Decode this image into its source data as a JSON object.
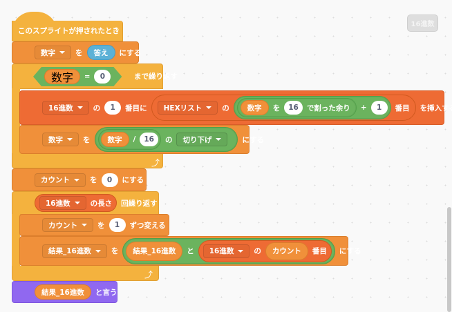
{
  "top_button": "16進数",
  "hat": {
    "label": "このスプライトが押されたとき"
  },
  "set_answer": {
    "var": "数字",
    "wo": "を",
    "value": "答え",
    "suffix": "にする"
  },
  "repeat_until": {
    "cond_var": "数字",
    "eq": "=",
    "cond_value": "0",
    "suffix": "まで繰り返す"
  },
  "insert": {
    "list": "16進数",
    "no": "の",
    "index": "1",
    "bangme_ni": "番目に",
    "src_list": "HEXリスト",
    "no2": "の",
    "dividend": "数字",
    "wo": "を",
    "divisor": "16",
    "mod_label": "で割った余り",
    "plus": "+",
    "add": "1",
    "item_label": "番目",
    "suffix": "を挿入する"
  },
  "set_floor": {
    "var": "数字",
    "wo": "を",
    "dividend": "数字",
    "slash": "/",
    "divisor": "16",
    "no": "の",
    "func": "切り下げ",
    "suffix": "にする"
  },
  "set_count": {
    "var": "カウント",
    "wo": "を",
    "value": "0",
    "suffix": "にする"
  },
  "repeat_len": {
    "list": "16進数",
    "len_label": "の長さ",
    "suffix": "回繰り返す"
  },
  "change_count": {
    "var": "カウント",
    "wo": "を",
    "value": "1",
    "suffix": "ずつ変える"
  },
  "set_result": {
    "var": "結果_16進数",
    "wo": "を",
    "join_a": "結果_16進数",
    "to": "と",
    "list": "16進数",
    "no": "の",
    "index_var": "カウント",
    "item_label": "番目",
    "suffix": "にする"
  },
  "say": {
    "value": "結果_16進数",
    "suffix": "と言う"
  },
  "colors": {
    "variables": "#F0903A",
    "control": "#F4B23E",
    "lists": "#EE6B34",
    "operators": "#6BB35E",
    "looks": "#9068F0",
    "sensing": "#5CB1D6"
  }
}
